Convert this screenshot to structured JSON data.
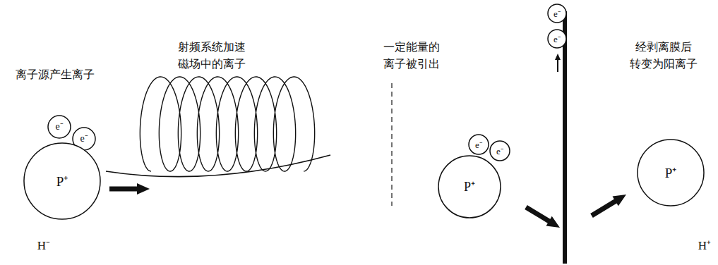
{
  "diagram": {
    "nodes": [
      {
        "text": [
          "e⁻"
        ]
      },
      {
        "text": [
          "e⁻"
        ]
      },
      {
        "text": [
          "P⁺"
        ]
      },
      {
        "text": [
          "e⁻"
        ]
      },
      {
        "text": [
          "e⁻"
        ]
      },
      {
        "text": [
          "P⁺"
        ]
      },
      {
        "text": [
          "e⁻"
        ]
      },
      {
        "text": [
          "e⁻"
        ]
      },
      {
        "text": [
          "P⁺"
        ]
      }
    ],
    "labels": [
      "离子源产生离子",
      "射频系统加速 磁场中的离子",
      "一定能量的 离子被引出",
      "经剥离膜后 转变为阳离子",
      "H⁻",
      "H⁺"
    ]
  }
}
